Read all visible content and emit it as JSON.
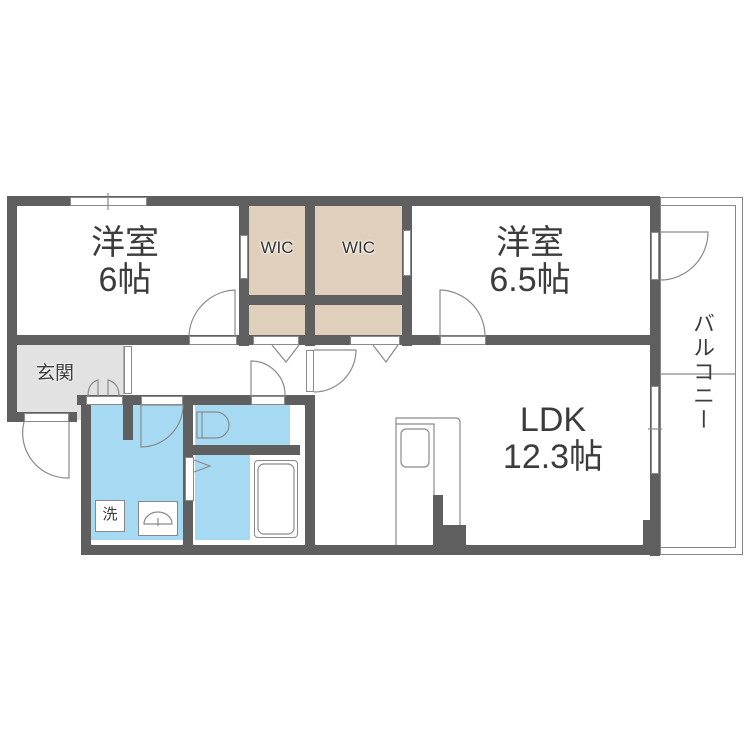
{
  "floor_plan": {
    "rooms": [
      {
        "id": "western-room-1",
        "name": "洋室",
        "size": "6帖"
      },
      {
        "id": "wic-1",
        "name": "WIC"
      },
      {
        "id": "wic-2",
        "name": "WIC"
      },
      {
        "id": "western-room-2",
        "name": "洋室",
        "size": "6.5帖"
      },
      {
        "id": "entrance",
        "name": "玄関"
      },
      {
        "id": "ldk",
        "name": "LDK",
        "size": "12.3帖"
      },
      {
        "id": "balcony",
        "name": "バルコニー"
      },
      {
        "id": "washing-machine",
        "name": "洗"
      }
    ],
    "colors": {
      "wall": "#5f5f5f",
      "wic_fill": "#e0cfbb",
      "wet_area_fill": "#a6d9f2",
      "entrance_fill": "#e2e2e2",
      "text": "#3c3c3c"
    }
  }
}
